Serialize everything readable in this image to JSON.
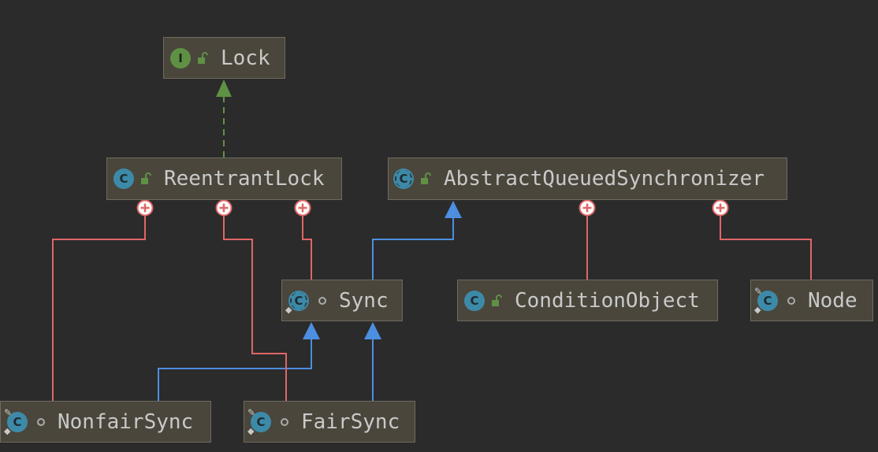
{
  "nodes": {
    "lock": {
      "name": "Lock",
      "kind": "interface",
      "badge": "I",
      "visibility": "public"
    },
    "reentrant_lock": {
      "name": "ReentrantLock",
      "kind": "class",
      "badge": "C",
      "visibility": "public"
    },
    "aqs": {
      "name": "AbstractQueuedSynchronizer",
      "kind": "abstract-class",
      "badge": "C",
      "visibility": "public"
    },
    "sync": {
      "name": "Sync",
      "kind": "abstract-static-class",
      "badge": "C",
      "visibility": "package-private"
    },
    "condition_object": {
      "name": "ConditionObject",
      "kind": "class",
      "badge": "C",
      "visibility": "public"
    },
    "node": {
      "name": "Node",
      "kind": "static-final-class",
      "badge": "C",
      "visibility": "package-private"
    },
    "nonfair_sync": {
      "name": "NonfairSync",
      "kind": "static-final-class",
      "badge": "C",
      "visibility": "package-private"
    },
    "fair_sync": {
      "name": "FairSync",
      "kind": "static-final-class",
      "badge": "C",
      "visibility": "package-private"
    }
  },
  "edges": [
    {
      "from": "ReentrantLock",
      "to": "Lock",
      "type": "implements"
    },
    {
      "from": "Sync",
      "to": "AbstractQueuedSynchronizer",
      "type": "extends"
    },
    {
      "from": "NonfairSync",
      "to": "Sync",
      "type": "extends"
    },
    {
      "from": "FairSync",
      "to": "Sync",
      "type": "extends"
    },
    {
      "from": "ReentrantLock",
      "to": "NonfairSync",
      "type": "inner-class"
    },
    {
      "from": "ReentrantLock",
      "to": "FairSync",
      "type": "inner-class"
    },
    {
      "from": "ReentrantLock",
      "to": "Sync",
      "type": "inner-class"
    },
    {
      "from": "AbstractQueuedSynchronizer",
      "to": "ConditionObject",
      "type": "inner-class"
    },
    {
      "from": "AbstractQueuedSynchronizer",
      "to": "Node",
      "type": "inner-class"
    }
  ],
  "colors": {
    "background": "#2b2b2b",
    "node_fill": "#4a463c",
    "node_border": "#6e6a60",
    "implements_edge": "#5f9145",
    "extends_edge": "#4c8ee0",
    "inner_class_edge": "#e06666",
    "class_badge": "#3d8aa8",
    "interface_badge": "#5f9145",
    "text": "#c9c9c9"
  },
  "icons": {
    "class": "class-c-icon",
    "interface": "interface-i-icon",
    "public": "unlocked-padlock-icon",
    "package_private": "package-dot-icon"
  }
}
